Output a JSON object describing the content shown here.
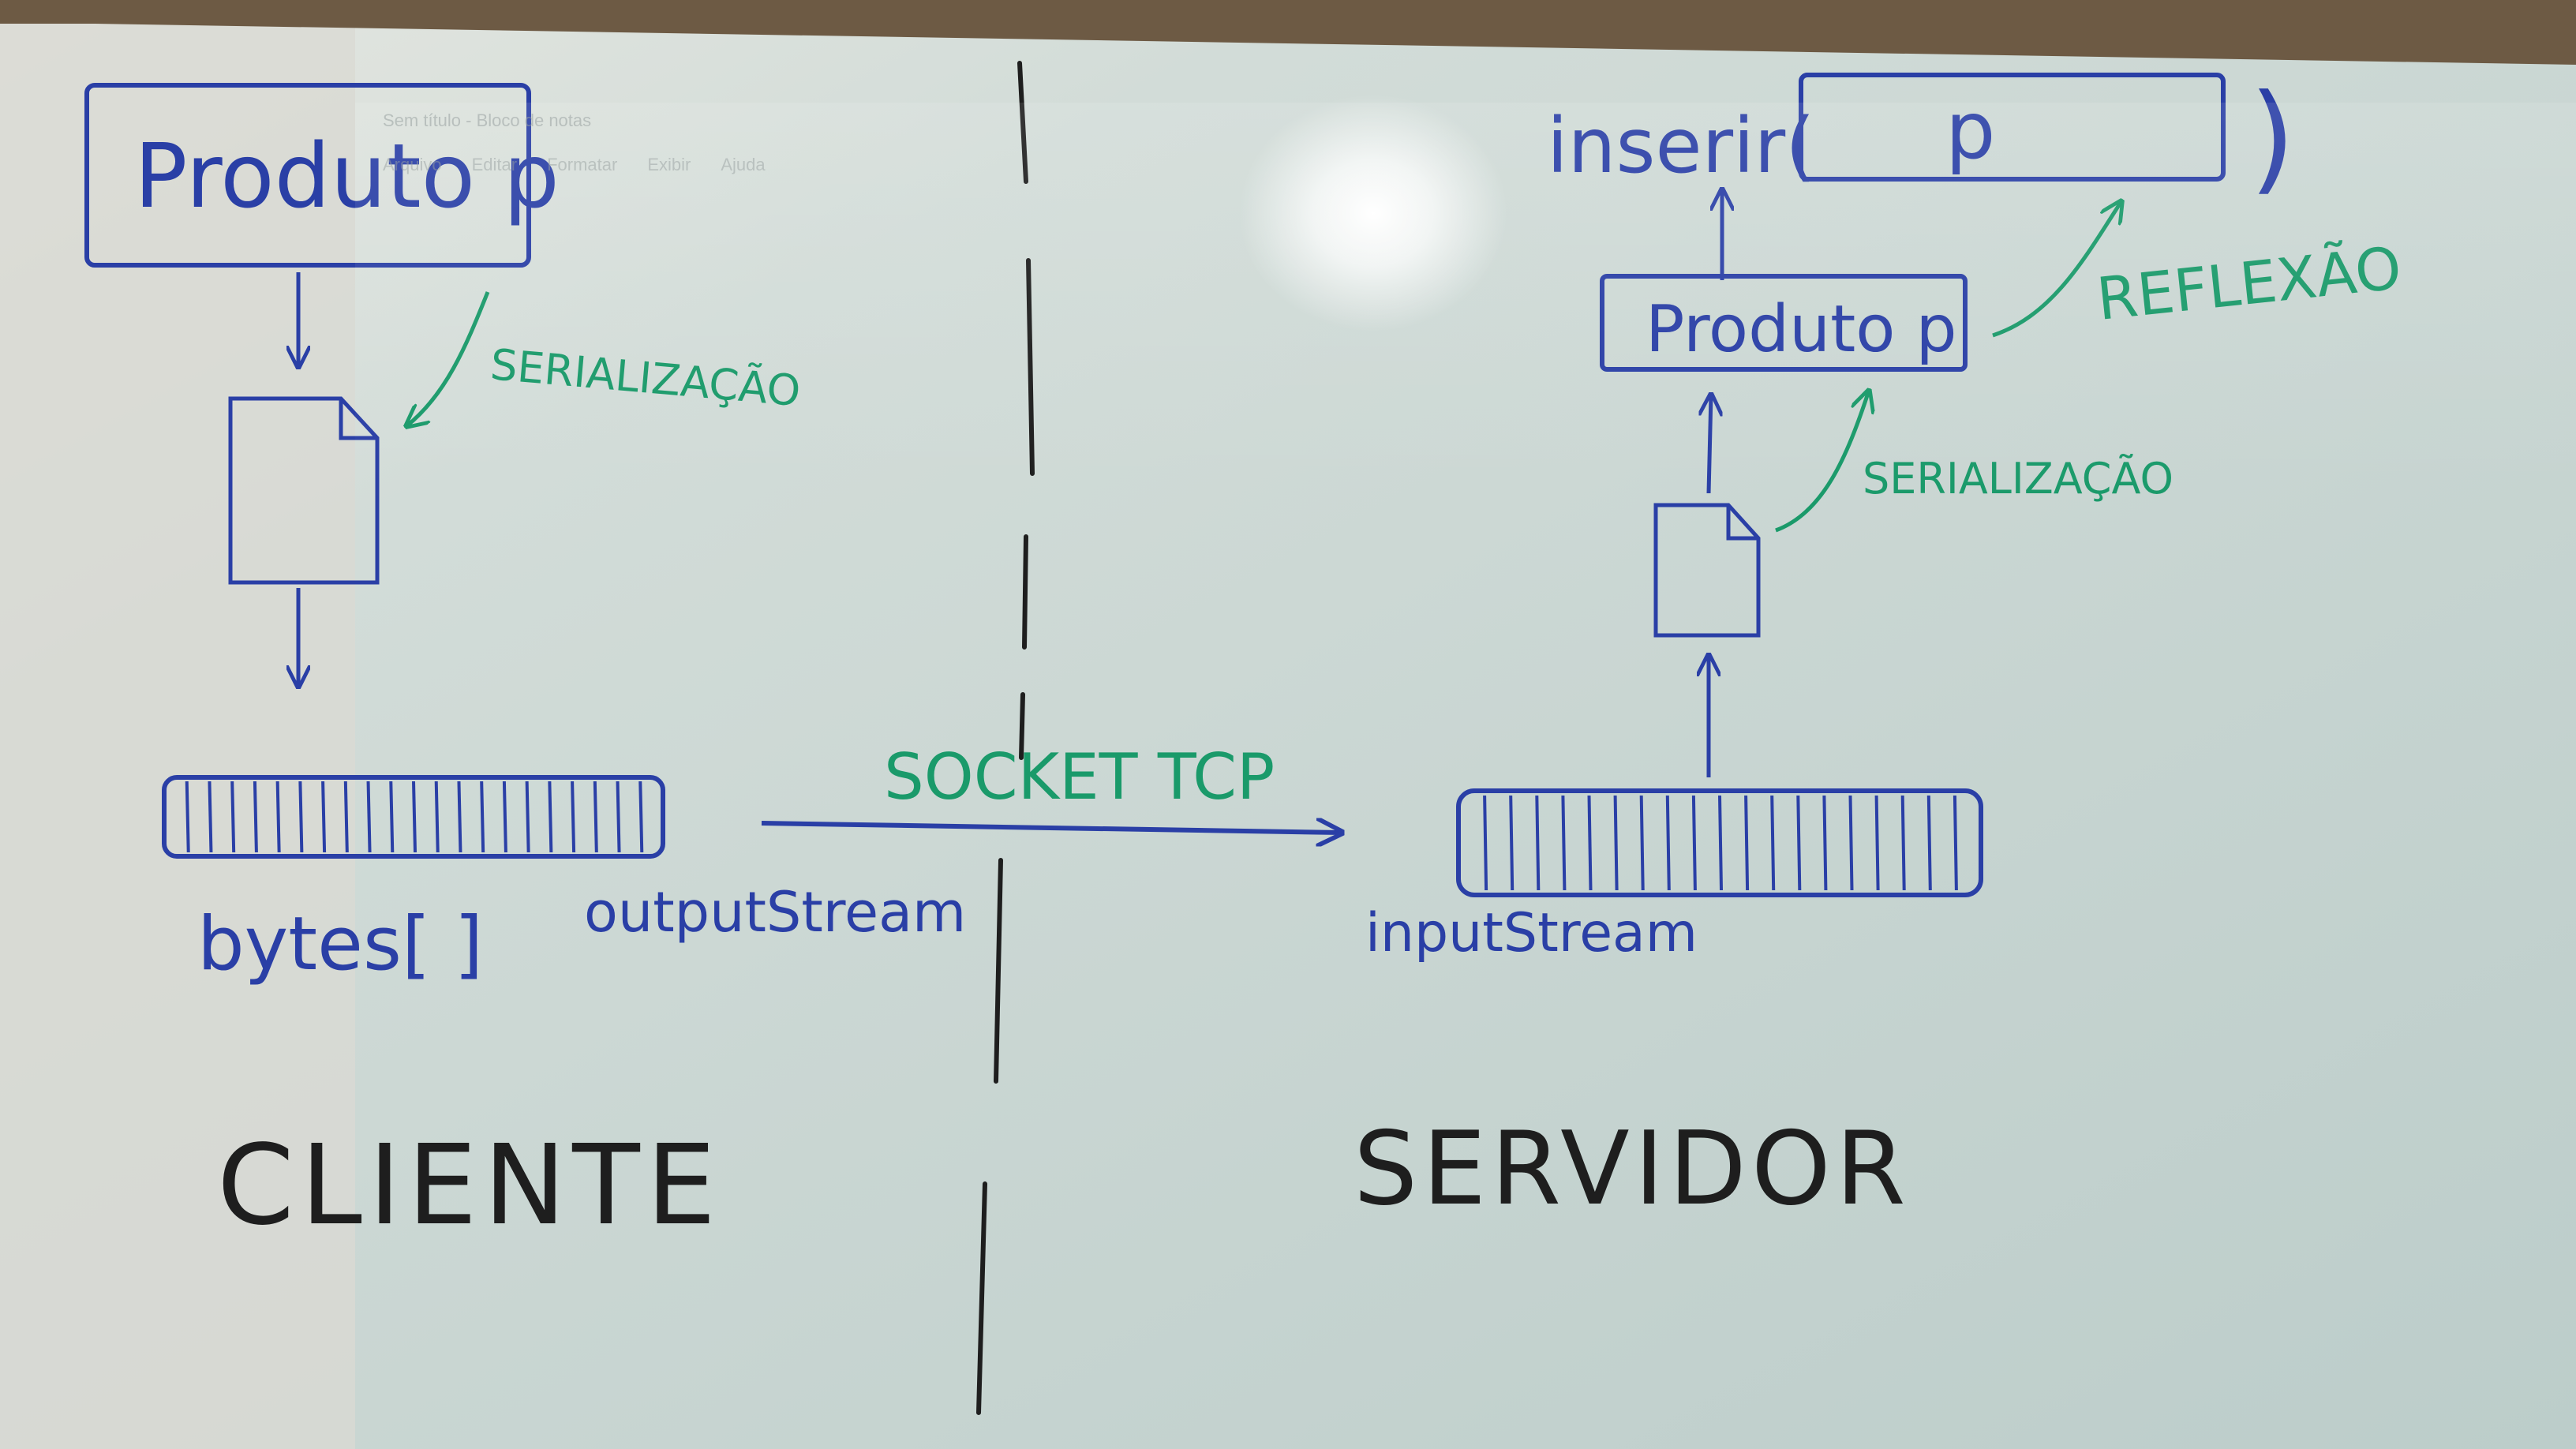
{
  "background_window": {
    "title": "Sem título - Bloco de notas",
    "menu": [
      "Arquivo",
      "Editar",
      "Formatar",
      "Exibir",
      "Ajuda"
    ]
  },
  "client": {
    "object_label": "Produto p",
    "serialization_label": "SERIALIZAÇÃO",
    "bytes_label": "bytes[ ]",
    "stream_label": "outputStream",
    "side_label": "CLIENTE"
  },
  "transport": {
    "label": "SOCKET TCP"
  },
  "server": {
    "insert_call": "inserir(",
    "insert_param": "p",
    "insert_close": ")",
    "object_label": "Produto p",
    "reflection_label": "REFLEXÃO",
    "serialization_label": "SERIALIZAÇÃO",
    "stream_label": "inputStream",
    "side_label": "SERVIDOR"
  },
  "colors": {
    "board": "#c9d6d3",
    "blue_marker": "#2a3fa6",
    "green_marker": "#1a9a6a",
    "black_marker": "#1e1e1e",
    "frame": "#6d5a44"
  }
}
